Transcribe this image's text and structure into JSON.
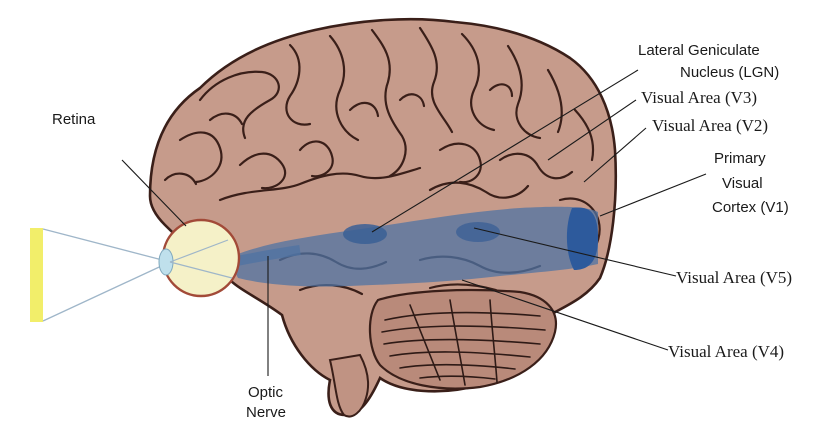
{
  "labels": {
    "retina": "Retina",
    "optic_nerve_line1": "Optic",
    "optic_nerve_line2": "Nerve",
    "lgn_line1": "Lateral Geniculate",
    "lgn_line2": "Nucleus (LGN)",
    "v3": "Visual Area (V3)",
    "v2": "Visual Area (V2)",
    "v1_line1": "Primary",
    "v1_line2": "Visual",
    "v1_line3": "Cortex (V1)",
    "v5": "Visual Area (V5)",
    "v4": "Visual Area (V4)"
  },
  "colors": {
    "brain_fill": "#c69b8b",
    "brain_outline": "#3a1f19",
    "visual_pathway": "#4f73a3",
    "v1_highlight": "#2d5a9c",
    "eye_fill": "#f5f1c8",
    "eye_outline": "#a24a38",
    "visual_field": "#f2ee6a"
  }
}
